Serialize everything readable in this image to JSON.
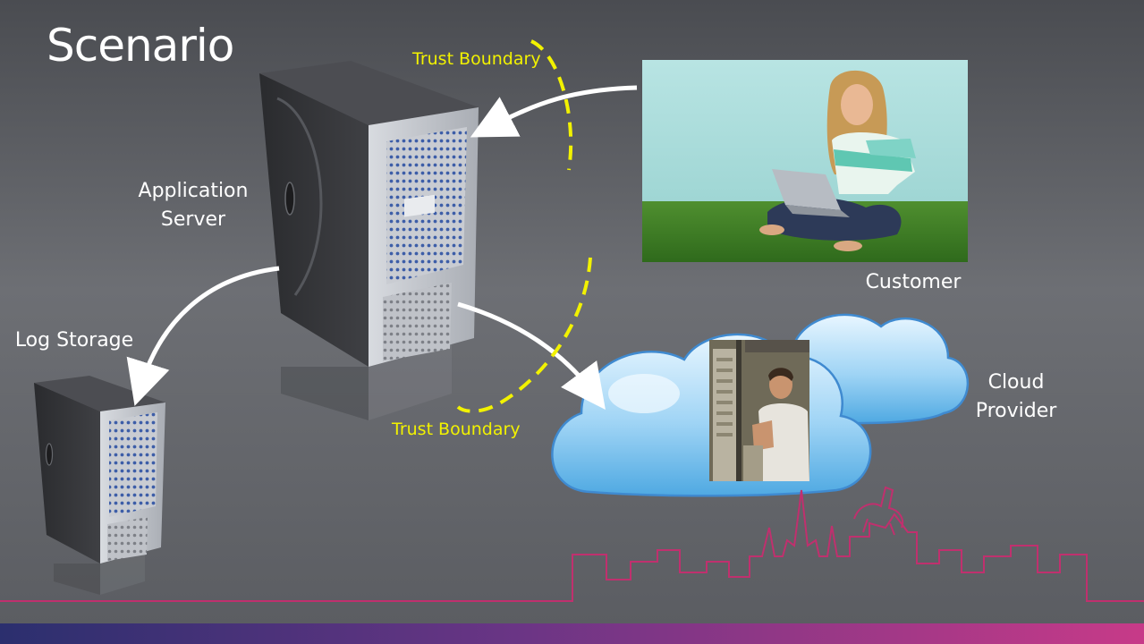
{
  "slide": {
    "title": "Scenario"
  },
  "nodes": {
    "application_server": {
      "label": "Application\nServer"
    },
    "log_storage": {
      "label": "Log Storage"
    },
    "customer": {
      "label": "Customer"
    },
    "cloud_provider": {
      "label": "Cloud\nProvider"
    }
  },
  "boundaries": [
    {
      "label": "Trust Boundary"
    },
    {
      "label": "Trust Boundary"
    }
  ],
  "colors": {
    "boundary": "#f2f200",
    "skyline": "#c0306e",
    "arrow": "#ffffff"
  }
}
